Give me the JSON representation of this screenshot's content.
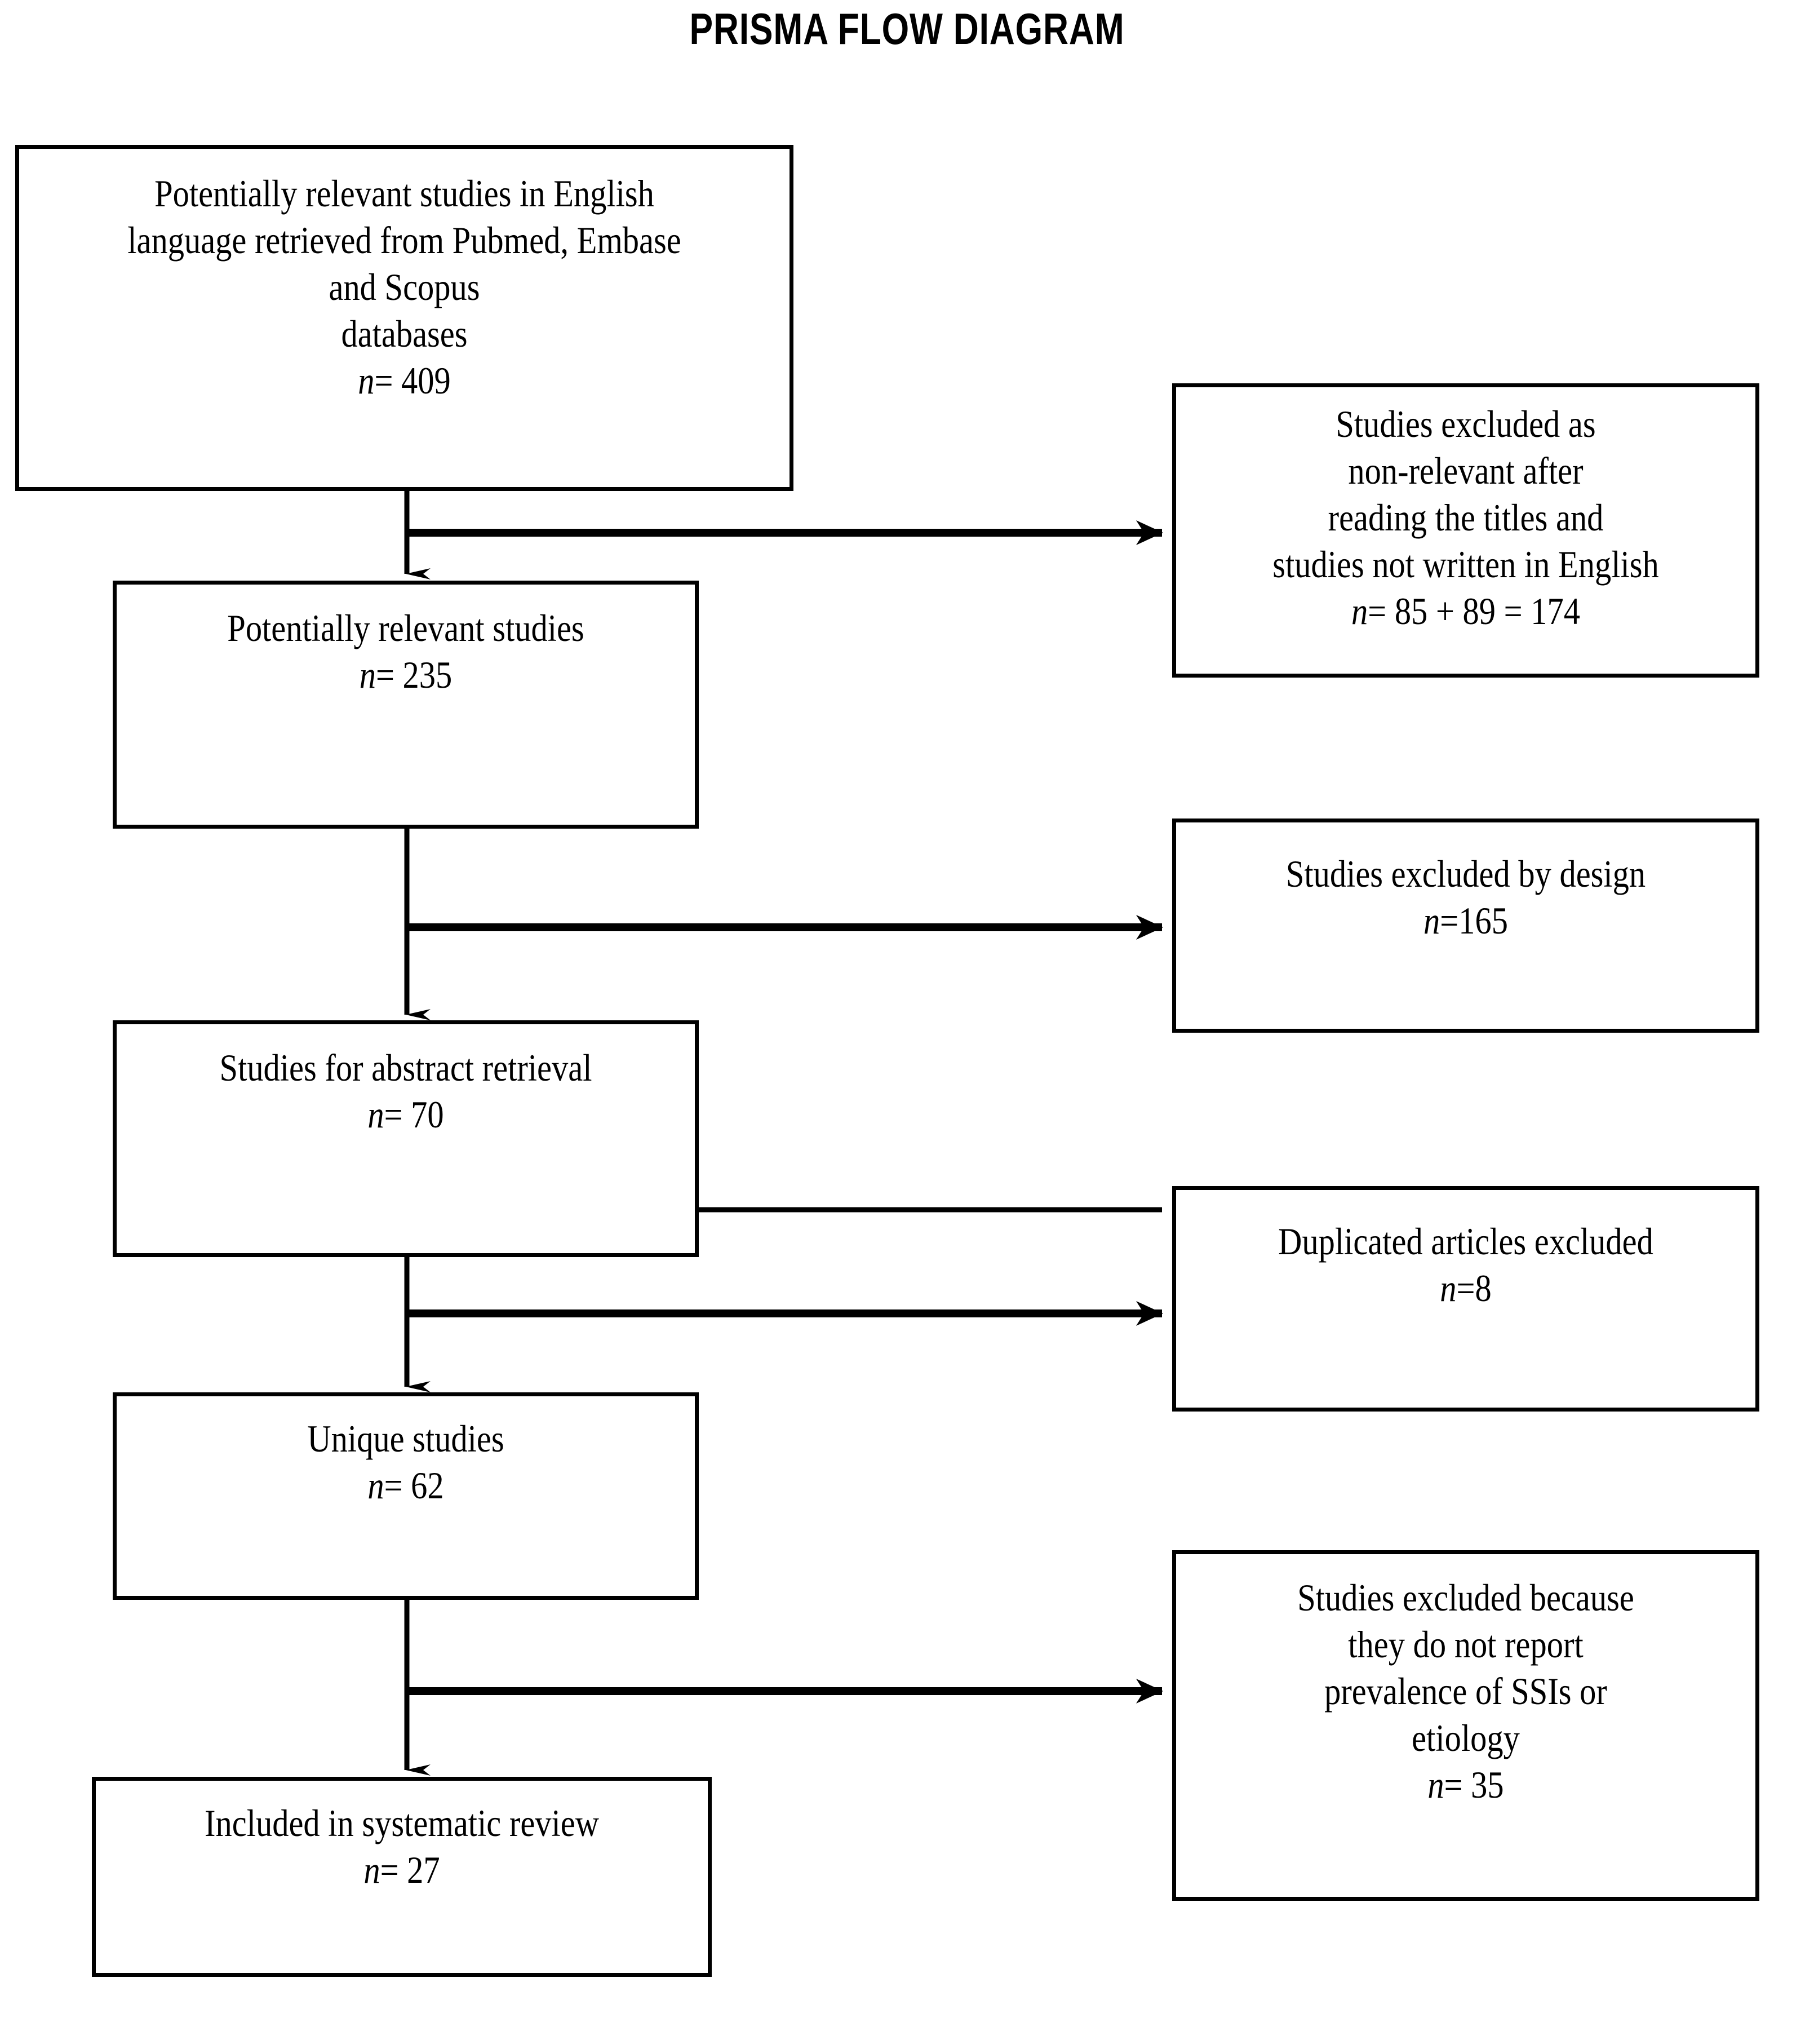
{
  "title": "PRISMA FLOW DIAGRAM",
  "colors": {
    "box_border": "#000000",
    "background": "#ffffff",
    "text": "#000000",
    "connector": "#000000"
  },
  "flow": {
    "main_boxes": [
      {
        "id": "identification",
        "lines": [
          "Potentially relevant studies in English",
          "language retrieved from Pubmed, Embase",
          "and Scopus",
          "databases"
        ],
        "count_label": "n",
        "count_text": "= 409",
        "count_value": 409
      },
      {
        "id": "potentially-relevant",
        "lines": [
          "Potentially relevant studies"
        ],
        "count_label": "n",
        "count_text": "= 235",
        "count_value": 235
      },
      {
        "id": "abstract-retrieval",
        "lines": [
          "Studies for abstract retrieval"
        ],
        "count_label": "n",
        "count_text": "= 70",
        "count_value": 70
      },
      {
        "id": "unique-studies",
        "lines": [
          "Unique studies"
        ],
        "count_label": "n",
        "count_text": "= 62",
        "count_value": 62
      },
      {
        "id": "included",
        "lines": [
          "Included in systematic review"
        ],
        "count_label": "n",
        "count_text": "= 27",
        "count_value": 27
      }
    ],
    "exclusion_boxes": [
      {
        "id": "excluded-non-relevant",
        "lines": [
          "Studies excluded as",
          "non-relevant after",
          "reading the titles and",
          "studies not written in English"
        ],
        "count_label": "n",
        "count_text": "= 85 + 89 = 174",
        "count_value": 174
      },
      {
        "id": "excluded-by-design",
        "lines": [
          "Studies excluded by design"
        ],
        "count_label": "n",
        "count_text": "=165",
        "count_value": 165
      },
      {
        "id": "excluded-duplicates",
        "lines": [
          "Duplicated articles excluded"
        ],
        "count_label": "n",
        "count_text": "=8",
        "count_value": 8
      },
      {
        "id": "excluded-no-prevalence",
        "lines": [
          "Studies excluded because",
          "they do not report",
          "prevalence of SSIs or",
          "etiology"
        ],
        "count_label": "n",
        "count_text": "= 35",
        "count_value": 35
      }
    ]
  }
}
